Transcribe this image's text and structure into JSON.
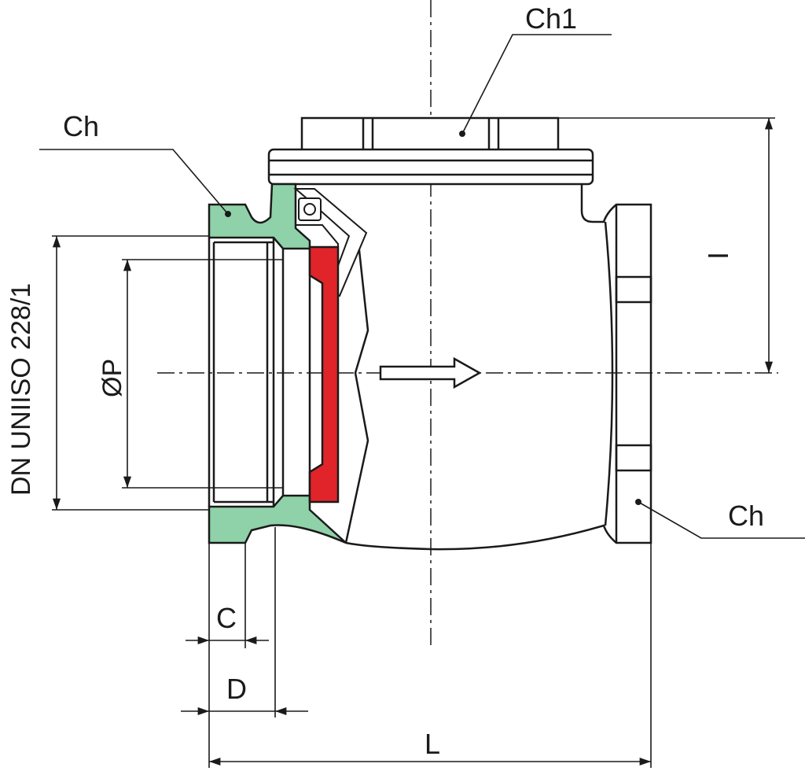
{
  "labels": {
    "ch_top_left": "Ch",
    "ch1": "Ch1",
    "ch_bottom_right": "Ch",
    "dn_standard": "DN UNIISO 228/1",
    "bore": "ØP",
    "height": "I",
    "c": "C",
    "d": "D",
    "length": "L"
  },
  "colors": {
    "body_section": "#8fd1a8",
    "disc": "#e0242a",
    "line": "#1a1a1a"
  }
}
